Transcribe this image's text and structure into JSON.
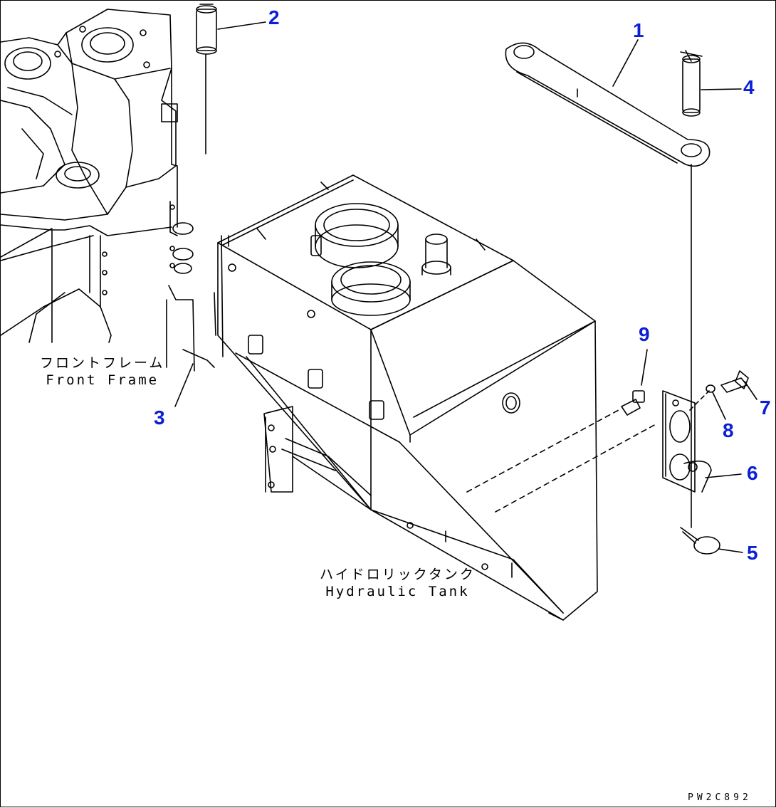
{
  "colors": {
    "callout": "#0a1fd6",
    "line": "#000000",
    "background": "#ffffff"
  },
  "callouts": {
    "c1": "1",
    "c2": "2",
    "c3": "3",
    "c4": "4",
    "c5": "5",
    "c6": "6",
    "c7": "7",
    "c8": "8",
    "c9": "9"
  },
  "labels": {
    "front_frame_jp": "フロントフレーム",
    "front_frame_en": "Front Frame",
    "hyd_tank_jp": "ハイドロリックタンク",
    "hyd_tank_en": "Hydraulic Tank"
  },
  "drawing_code": "PW2C892"
}
